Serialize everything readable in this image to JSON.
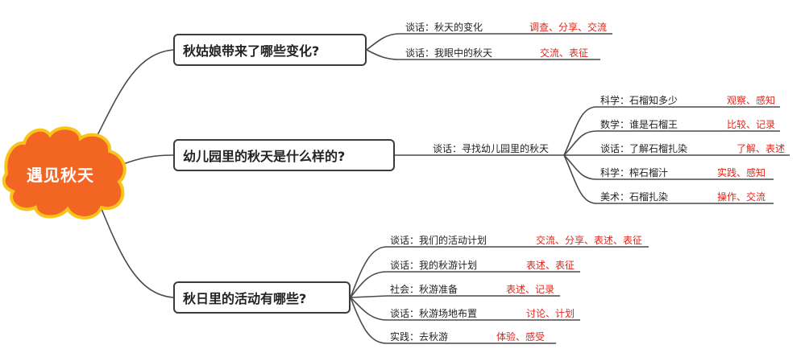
{
  "central": {
    "label": "遇见秋天",
    "fill": "#f26522",
    "stroke": "#f7c41a"
  },
  "colors": {
    "line": "#4a4a4a",
    "tag": "#e0261b"
  },
  "branches": [
    {
      "title": "秋姑娘带来了哪些变化?",
      "children": [
        {
          "text": "谈话：秋天的变化",
          "tag": "调查、分享、交流"
        },
        {
          "text": "谈话：我眼中的秋天",
          "tag": "交流、表征"
        }
      ]
    },
    {
      "title": "幼儿园里的秋天是什么样的?",
      "middle": "谈话：寻找幼儿园里的秋天",
      "children": [
        {
          "text": "科学：石榴知多少",
          "tag": "观察、感知"
        },
        {
          "text": "数学：谁是石榴王",
          "tag": "比较、记录"
        },
        {
          "text": "谈话：了解石榴扎染",
          "tag": "了解、表述"
        },
        {
          "text": "科学：榨石榴汁",
          "tag": "实践、感知"
        },
        {
          "text": "美术：石榴扎染",
          "tag": "操作、交流"
        }
      ]
    },
    {
      "title": "秋日里的活动有哪些?",
      "children": [
        {
          "text": "谈话：我们的活动计划",
          "tag": "交流、分享、表述、表征"
        },
        {
          "text": "谈话：我的秋游计划",
          "tag": "表述、表征"
        },
        {
          "text": "社会：秋游准备",
          "tag": "表述、记录"
        },
        {
          "text": "谈话：秋游场地布置",
          "tag": "讨论、计划"
        },
        {
          "text": "实践：去秋游",
          "tag": "体验、感受"
        }
      ]
    }
  ]
}
